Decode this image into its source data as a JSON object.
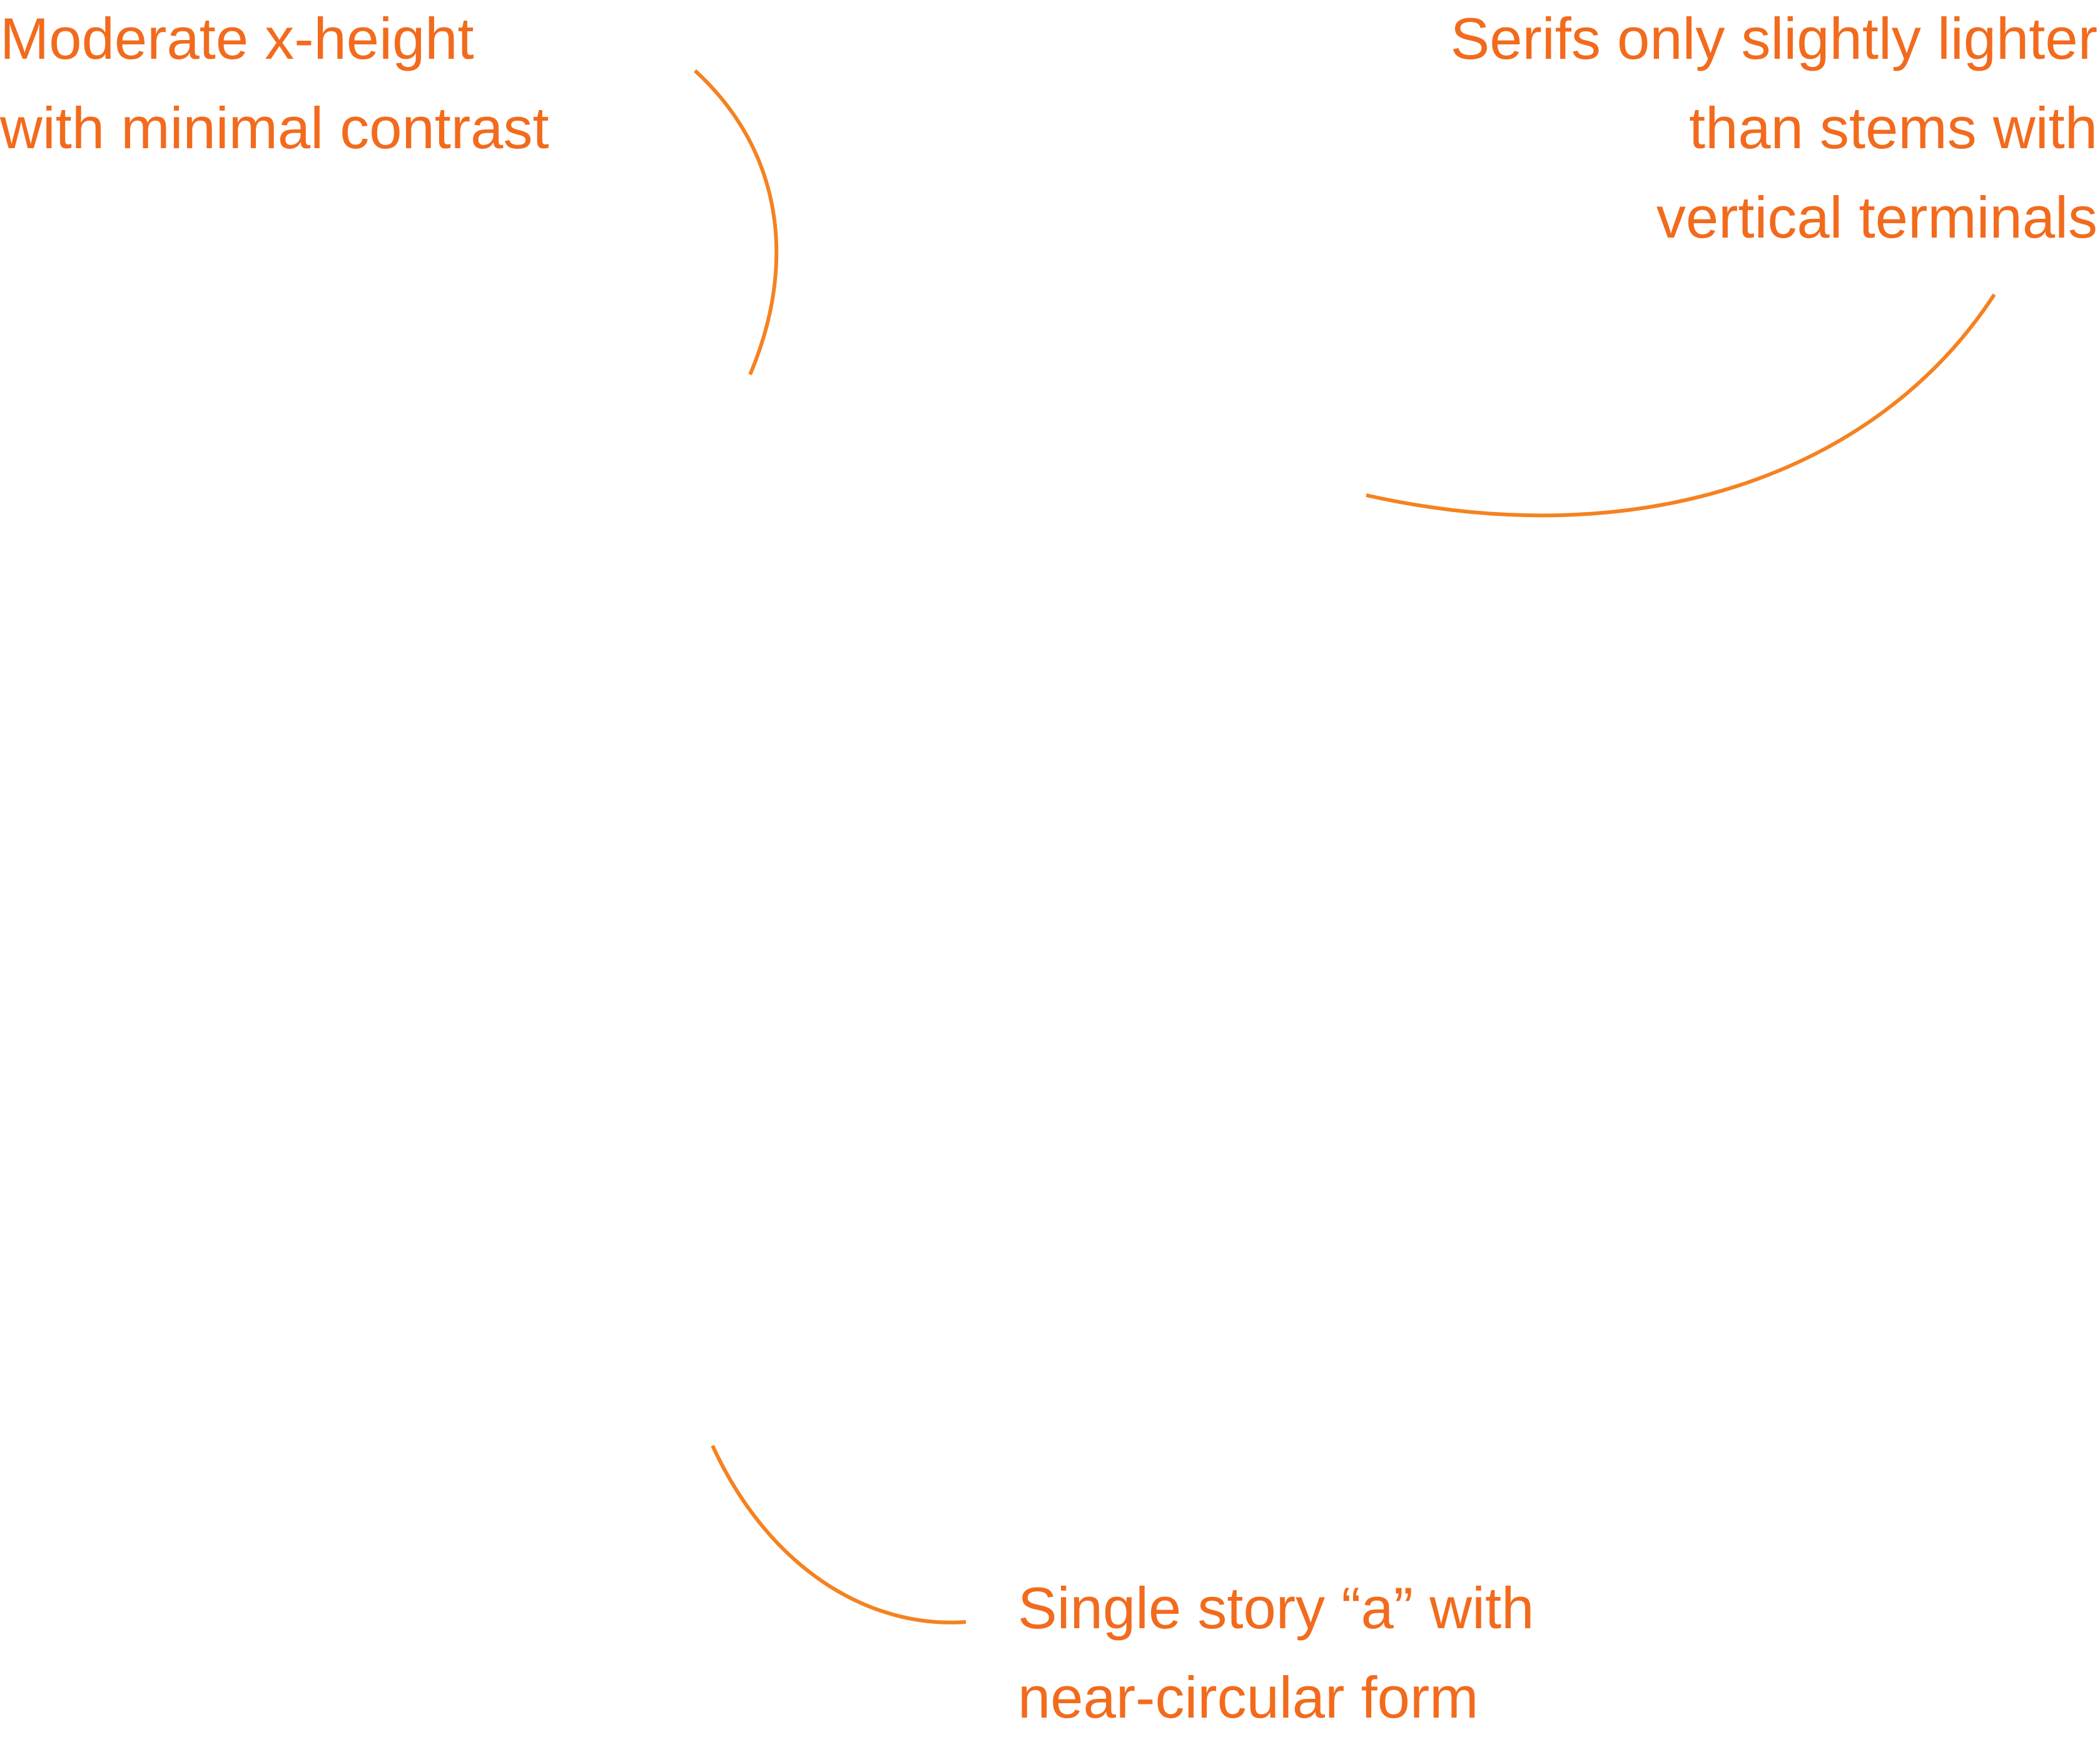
{
  "colors": {
    "text": "#f26b1d",
    "leader_line": "#f58220",
    "background": "#ffffff"
  },
  "annotations": [
    {
      "lines": [
        "Moderate x-height",
        "with minimal contrast"
      ]
    },
    {
      "lines": [
        "Serifs only slightly lighter",
        "than stems with",
        "vertical terminals"
      ]
    },
    {
      "lines": [
        "Single story “a” with",
        "near-circular form"
      ]
    }
  ]
}
